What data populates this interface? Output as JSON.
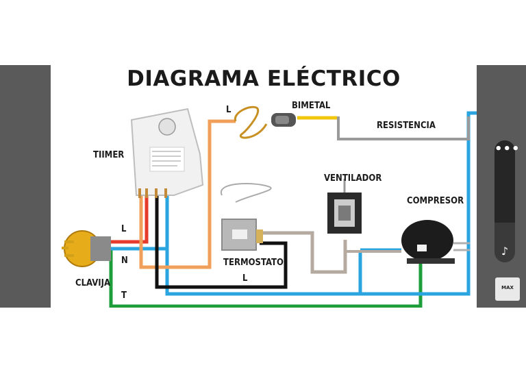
{
  "title": "DIAGRAMA ELÉCTRICO",
  "labels": {
    "timer": "TIIMER",
    "bimetal": "BIMETAL",
    "resistencia": "RESISTENCIA",
    "ventilador": "VENTILADOR",
    "compresor": "COMPRESOR",
    "termostato": "TERMOSTATO",
    "clavija": "CLAVIJA",
    "line_top": "L",
    "line_plug": "L",
    "neutral_plug": "N",
    "ground_plug": "T",
    "line_bottom": "L"
  },
  "wire_colors": {
    "red": "#e63a2b",
    "orange": "#f0a05a",
    "black": "#111111",
    "blue": "#2aa5e0",
    "green": "#1e9e3a",
    "gray": "#b5aaa0",
    "yellow": "#f2c80f"
  },
  "player": {
    "menu_icon": "more-options-icon",
    "audio_icon": "music-note-icon",
    "logo_text": "MAX"
  }
}
